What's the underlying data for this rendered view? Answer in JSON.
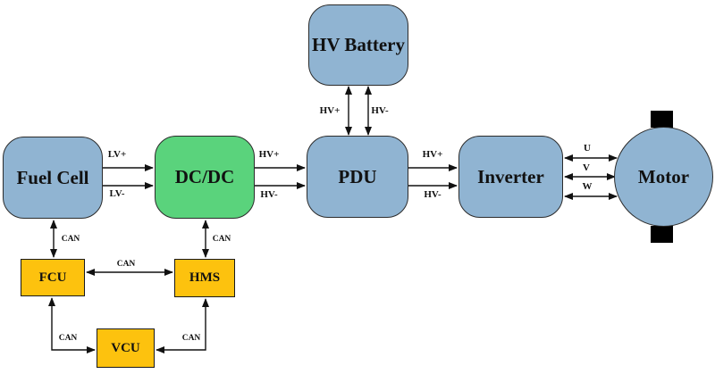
{
  "colors": {
    "node_blue": "#90B4D2",
    "node_green": "#5AD37C",
    "node_orange": "#FDC20E",
    "connector": "#111111",
    "motor_terminal": "#000000",
    "background": "#FFFFFF"
  },
  "nodes": {
    "fuel_cell": {
      "label": "Fuel Cell"
    },
    "dc_dc": {
      "label": "DC/DC"
    },
    "hv_battery": {
      "label": "HV Battery"
    },
    "pdu": {
      "label": "PDU"
    },
    "inverter": {
      "label": "Inverter"
    },
    "motor": {
      "label": "Motor"
    },
    "fcu": {
      "label": "FCU"
    },
    "hms": {
      "label": "HMS"
    },
    "vcu": {
      "label": "VCU"
    }
  },
  "edge_labels": {
    "fuelcell_dcdc_positive": "LV+",
    "fuelcell_dcdc_negative": "LV-",
    "dcdc_pdu_positive": "HV+",
    "dcdc_pdu_negative": "HV-",
    "battery_pdu_positive": "HV+",
    "battery_pdu_negative": "HV-",
    "pdu_inverter_positive": "HV+",
    "pdu_inverter_negative": "HV-",
    "inverter_motor_u": "U",
    "inverter_motor_v": "V",
    "inverter_motor_w": "W",
    "fuelcell_fcu": "CAN",
    "dcdc_hms": "CAN",
    "fcu_hms": "CAN",
    "fcu_vcu": "CAN",
    "hms_vcu": "CAN"
  }
}
